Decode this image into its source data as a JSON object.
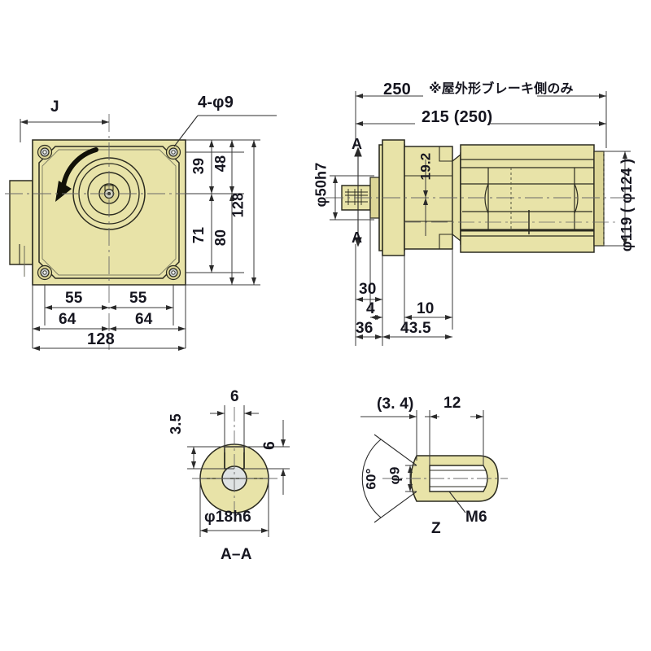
{
  "drawing": {
    "title": "Gear motor outline dimension drawing",
    "colors": {
      "body_fill": "#e8e3a8",
      "body_fill_dark": "#dcd596",
      "outline": "#2b2b20",
      "dimension_line": "#3a3a3a",
      "text": "#15151f",
      "background": "#ffffff"
    }
  },
  "views": {
    "front": {
      "name": "front-flange-view",
      "labels": {
        "j": "J",
        "holes": "4-φ9"
      },
      "dimensions": {
        "top_to_hole": "39",
        "top_to_center_48": "48",
        "overall_height": "128",
        "center_to_bottom_hole": "71",
        "center_to_bottom_80": "80",
        "left_55": "55",
        "right_55": "55",
        "left_64": "64",
        "right_64": "64",
        "overall_width": "128"
      }
    },
    "side": {
      "name": "side-section-view",
      "notes": {
        "brake_note_value": "250",
        "brake_note_text": "※屋外形ブレーキ側のみ"
      },
      "dimensions": {
        "overall_length": "215 (250)",
        "shaft_diameter": "φ50h7",
        "flange_offset": "19.2",
        "body_diameter": "φ119 ( φ124 )",
        "d30": "30",
        "d4": "4",
        "d10": "10",
        "d36": "36",
        "d43_5": "43.5"
      },
      "section_marks": {
        "top": "A",
        "bottom": "A"
      }
    },
    "section_aa": {
      "name": "section-a-a-view",
      "caption": "A–A",
      "dimensions": {
        "key_height_3_5": "3.5",
        "key_width_6": "6",
        "key_depth_6": "6",
        "shaft_dia": "φ18h6"
      }
    },
    "detail_z": {
      "name": "detail-z-view",
      "caption": "Z",
      "dimensions": {
        "chamfer": "(3. 4)",
        "depth_12": "12",
        "angle_60": "60°",
        "pilot_dia": "φ9",
        "thread": "M6"
      }
    }
  }
}
